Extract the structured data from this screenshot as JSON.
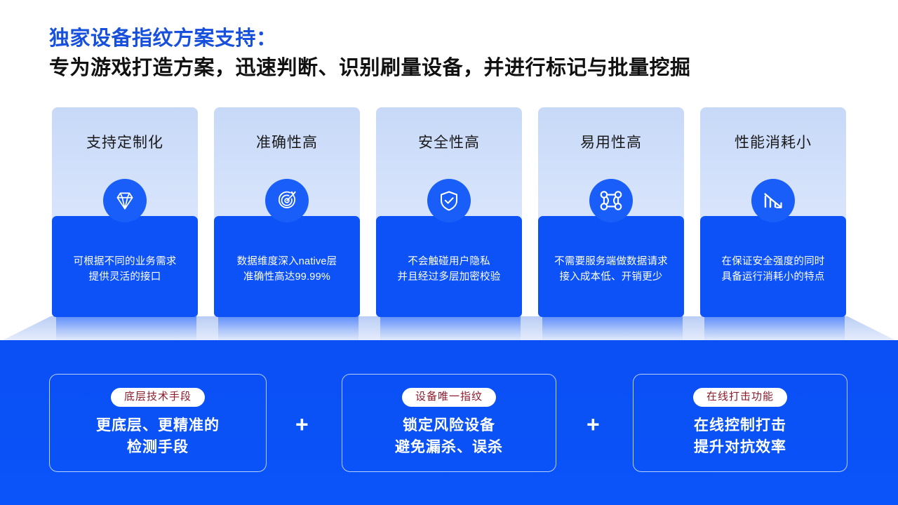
{
  "heading": {
    "line1": "独家设备指纹方案支持：",
    "line2": "专为游戏打造方案，迅速判断、识别刷量设备，并进行标记与批量挖掘",
    "line1_color": "#1650DC",
    "line2_color": "#111111"
  },
  "cards": [
    {
      "title": "支持定制化",
      "icon": "diamond-icon",
      "desc": "可根据不同的业务需求\n提供灵活的接口"
    },
    {
      "title": "准确性高",
      "icon": "target-arrow-icon",
      "desc": "数据维度深入native层\n准确性高达99.99%"
    },
    {
      "title": "安全性高",
      "icon": "shield-check-icon",
      "desc": "不会触碰用户隐私\n并且经过多层加密校验"
    },
    {
      "title": "易用性高",
      "icon": "network-nodes-icon",
      "desc": "不需要服务端做数据请求\n接入成本低、开销更少"
    },
    {
      "title": "性能消耗小",
      "icon": "chart-down-icon",
      "desc": "在保证安全强度的同时\n具备运行消耗小的特点"
    }
  ],
  "bottom": {
    "boxes": [
      {
        "badge": "底层技术手段",
        "title": "更底层、更精准的\n检测手段"
      },
      {
        "badge": "设备唯一指纹",
        "title": "锁定风险设备\n避免漏杀、误杀"
      },
      {
        "badge": "在线打击功能",
        "title": "在线控制打击\n提升对抗效率"
      }
    ],
    "connectors": [
      "+",
      "+"
    ],
    "badge_text_color": "#8C1C2C",
    "panel_color": "#0A51F6"
  },
  "theme": {
    "accent_blue": "#0D52F7",
    "card_top_gradient_start": "#C7D9F8",
    "card_top_gradient_end": "#E2EBFD",
    "icon_circle_color": "#1A5EFA"
  }
}
